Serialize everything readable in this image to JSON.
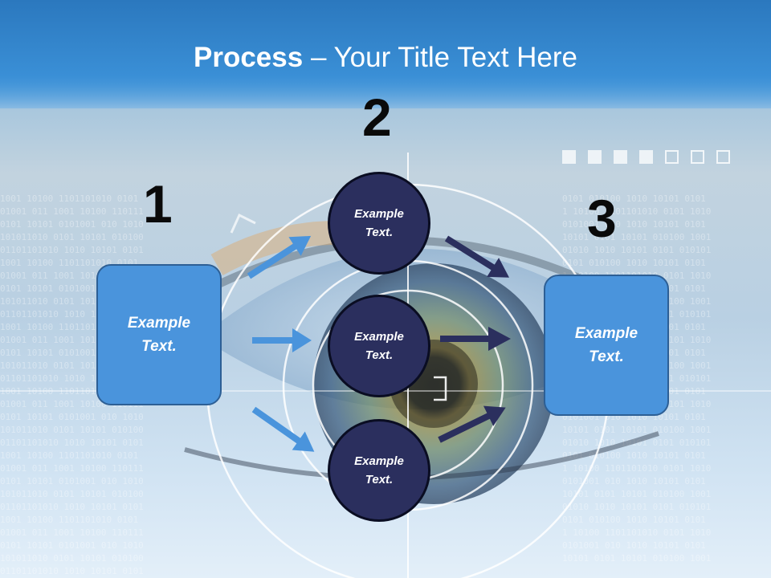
{
  "slide": {
    "title_bold": "Process",
    "title_rest": " – Your Title Text Here",
    "step_numbers": [
      "1",
      "2",
      "3"
    ],
    "left_box": {
      "line1": "Example",
      "line2": "Text."
    },
    "right_box": {
      "line1": "Example",
      "line2": "Text."
    },
    "circles": [
      {
        "line1": "Example",
        "line2": "Text."
      },
      {
        "line1": "Example",
        "line2": "Text."
      },
      {
        "line1": "Example",
        "line2": "Text."
      }
    ],
    "colors": {
      "box_fill": "#4a94dc",
      "circle_fill": "#2b2f5e",
      "arrow_light": "#4a94dc",
      "arrow_dark": "#2b2f5e"
    }
  }
}
